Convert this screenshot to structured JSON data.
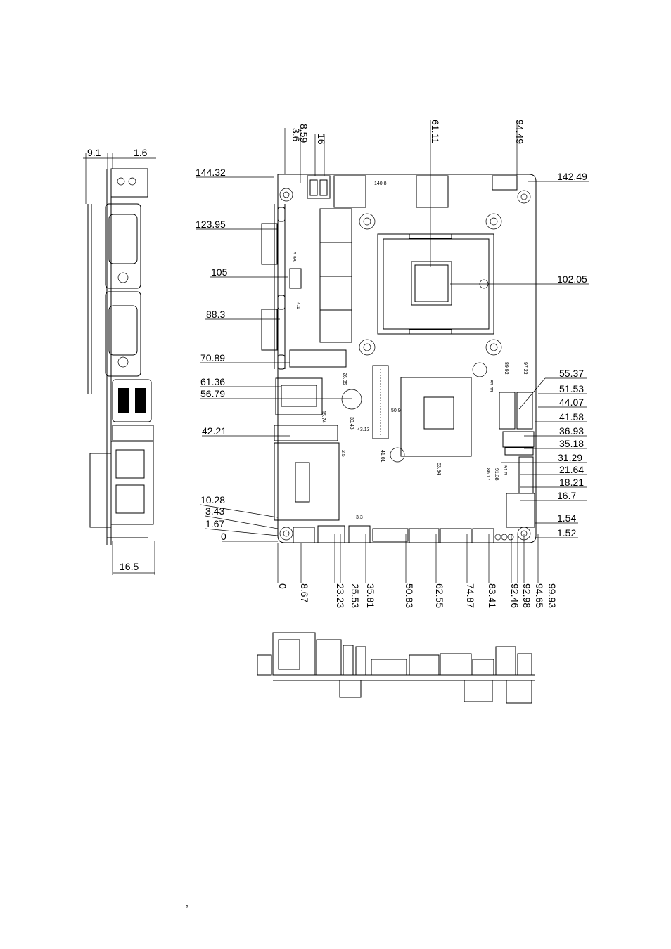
{
  "side_view": {
    "top_dims": [
      "9.1",
      "1.6"
    ],
    "bottom_dim": "16.5"
  },
  "top_view": {
    "top_dims": [
      "3.6",
      "8.59",
      "16",
      "61.11",
      "94.49"
    ],
    "left_dims": [
      "144.32",
      "123.95",
      "105",
      "88.3",
      "70.89",
      "61.36",
      "56.79",
      "42.21",
      "10.28",
      "3.43",
      "1.67",
      "0"
    ],
    "right_dims": [
      "142.49",
      "102.05",
      "55.37",
      "51.53",
      "44.07",
      "41.58",
      "36.93",
      "35.18",
      "31.29",
      "21.64",
      "18.21",
      "16.7",
      "1.54",
      "1.52"
    ],
    "bottom_dims": [
      "0",
      "8.67",
      "23.23",
      "25.53",
      "35.81",
      "50.83",
      "62.55",
      "74.87",
      "83.41",
      "92.46",
      "92.98",
      "94.65",
      "99.93"
    ],
    "small_labels": {
      "l140_8": "140.8",
      "l5_98": "5.98",
      "l4_1": "4.1",
      "l26_05": "26.05",
      "l15_74": "15.74",
      "l30_48": "30.48",
      "l43_13": "43.13",
      "l41_01": "41.01",
      "l50_9": "50.9",
      "l63_94": "63.94",
      "l89_92": "89.92",
      "l97_23": "97.23",
      "l85_65": "85.65",
      "l91_5": "91.5",
      "l91_38": "91.38",
      "l86_17": "86.17",
      "l3_3": "3.3",
      "l2_5": "2.5"
    }
  },
  "stray_mark": ","
}
